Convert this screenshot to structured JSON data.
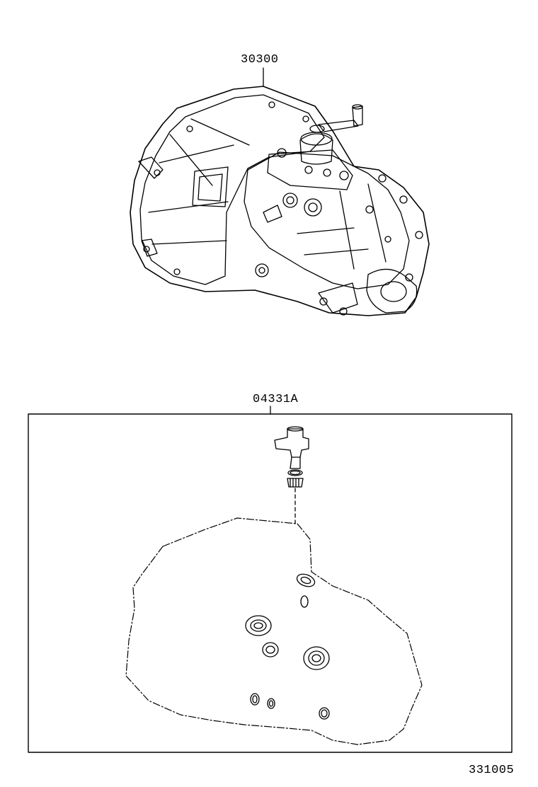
{
  "callouts": {
    "transaxle_assembly": "30300",
    "gasket_kit": "04331A"
  },
  "illustration_id": "331005",
  "colors": {
    "ink": "#000000",
    "paper": "#ffffff"
  }
}
